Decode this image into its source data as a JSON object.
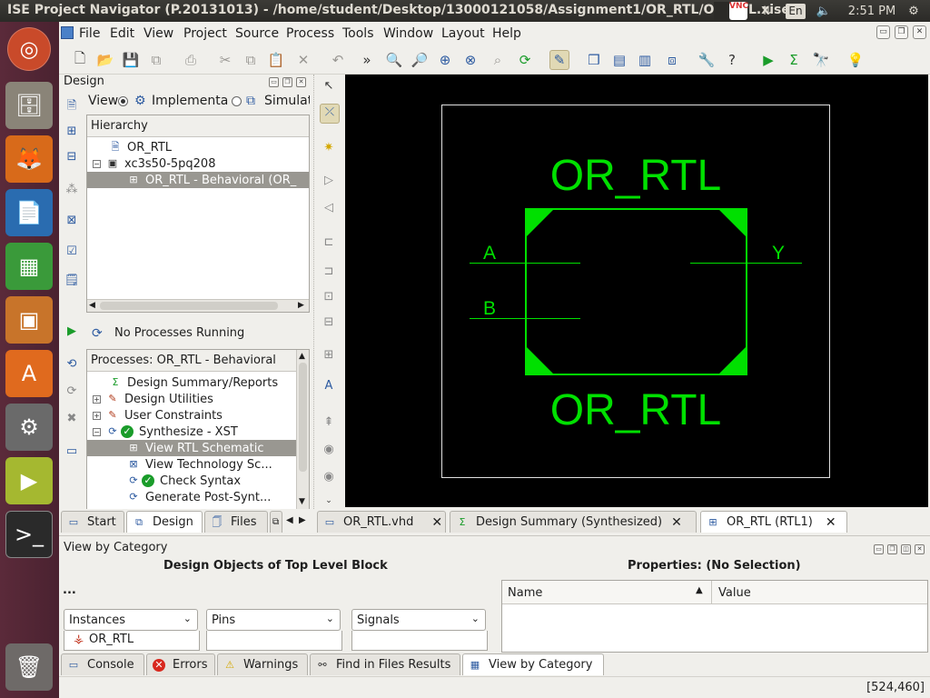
{
  "window": {
    "title": "ISE Project Navigator (P.20131013) - /home/student/Desktop/13000121058/Assignment1/OR_RTL/OR_RTL.xise"
  },
  "tray": {
    "vnc": "VNC",
    "lang": "En",
    "time": "2:51 PM"
  },
  "menu": [
    "File",
    "Edit",
    "View",
    "Project",
    "Source",
    "Process",
    "Tools",
    "Window",
    "Layout",
    "Help"
  ],
  "design_panel": {
    "title": "Design",
    "view_label": "View",
    "radio_impl": "Implementat",
    "radio_sim": "Simulat",
    "hierarchy_label": "Hierarchy",
    "tree": [
      {
        "label": "OR_RTL",
        "icon": "project-icon"
      },
      {
        "label": "xc3s50-5pq208",
        "icon": "chip-icon"
      },
      {
        "label": "OR_RTL - Behavioral (OR_",
        "icon": "vhdl-icon"
      }
    ]
  },
  "process_panel": {
    "status": "No Processes Running",
    "header": "Processes: OR_RTL - Behavioral",
    "items": [
      {
        "label": "Design Summary/Reports"
      },
      {
        "label": "Design Utilities"
      },
      {
        "label": "User Constraints"
      },
      {
        "label": "Synthesize - XST"
      },
      {
        "label": "View RTL Schematic"
      },
      {
        "label": "View Technology Sc..."
      },
      {
        "label": "Check Syntax"
      },
      {
        "label": "Generate Post-Synt..."
      }
    ]
  },
  "left_tabs": [
    "Start",
    "Design",
    "Files"
  ],
  "doc_tabs": [
    "OR_RTL.vhd",
    "Design Summary (Synthesized)",
    "OR_RTL (RTL1)"
  ],
  "schematic": {
    "top_label": "OR_RTL",
    "bottom_label": "OR_RTL",
    "input_a": "A",
    "input_b": "B",
    "output_y": "Y",
    "color": "#00e000"
  },
  "bottom_panel": {
    "title": "View by Category",
    "objects_header": "Design Objects of Top Level Block",
    "properties_header": "Properties: (No Selection)",
    "ellipsis": "...",
    "instances_label": "Instances",
    "pins_label": "Pins",
    "signals_label": "Signals",
    "instance_item": "OR_RTL",
    "col_name": "Name",
    "col_value": "Value"
  },
  "bottom_tabs": [
    "Console",
    "Errors",
    "Warnings",
    "Find in Files Results",
    "View by Category"
  ],
  "status": {
    "coords": "[524,460]"
  }
}
